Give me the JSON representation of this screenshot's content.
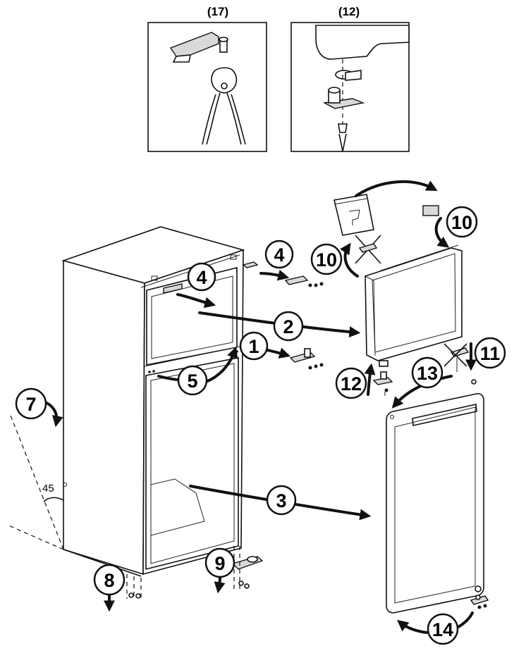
{
  "insets": [
    {
      "id": "inset-17",
      "label": "(17)"
    },
    {
      "id": "inset-12",
      "label": "(12)"
    }
  ],
  "steps": [
    {
      "id": "step-1",
      "label": "1"
    },
    {
      "id": "step-2",
      "label": "2"
    },
    {
      "id": "step-3",
      "label": "3"
    },
    {
      "id": "step-4a",
      "label": "4"
    },
    {
      "id": "step-4b",
      "label": "4"
    },
    {
      "id": "step-5",
      "label": "5"
    },
    {
      "id": "step-7",
      "label": "7"
    },
    {
      "id": "step-8",
      "label": "8"
    },
    {
      "id": "step-9",
      "label": "9"
    },
    {
      "id": "step-10a",
      "label": "10"
    },
    {
      "id": "step-10b",
      "label": "10"
    },
    {
      "id": "step-11",
      "label": "11"
    },
    {
      "id": "step-12",
      "label": "12"
    },
    {
      "id": "step-13",
      "label": "13"
    },
    {
      "id": "step-14",
      "label": "14"
    }
  ],
  "angle": {
    "label": "45"
  }
}
